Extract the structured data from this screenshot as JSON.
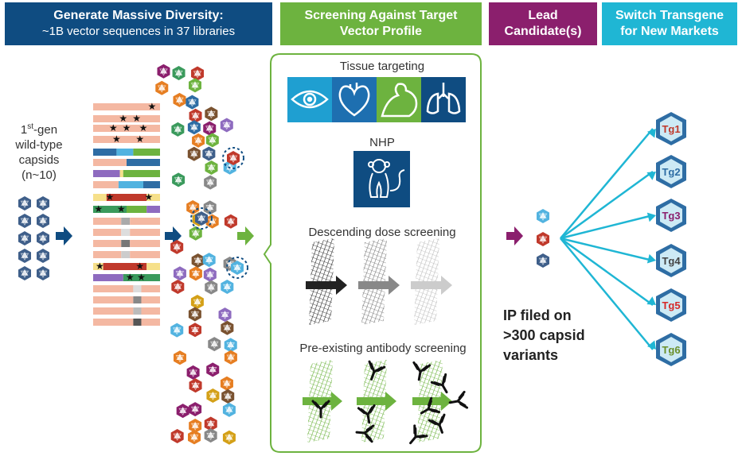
{
  "headers": {
    "generate_title": "Generate Massive Diversity:",
    "generate_sub": "~1B vector sequences in 37 libraries",
    "screening": "Screening Against Target Vector Profile",
    "lead": "Lead Candidate(s)",
    "switch": "Switch Transgene for New Markets"
  },
  "left_label": {
    "line1_prefix": "1",
    "line1_sup": "st",
    "line1_suffix": "-gen",
    "line2": "wild-type",
    "line3": "capsids",
    "line4": "(n~10)"
  },
  "screening": {
    "tissue": "Tissue targeting",
    "nhp": "NHP",
    "dose": "Descending dose screening",
    "antibody": "Pre-existing antibody screening"
  },
  "ip_text": [
    "IP filed on",
    ">300 capsid",
    "variants"
  ],
  "transgenes": [
    {
      "label": "Tg1",
      "color": "#c0392b"
    },
    {
      "label": "Tg2",
      "color": "#2e6da4"
    },
    {
      "label": "Tg3",
      "color": "#8b1f6d"
    },
    {
      "label": "Tg4",
      "color": "#444444"
    },
    {
      "label": "Tg5",
      "color": "#d62828"
    },
    {
      "label": "Tg6",
      "color": "#6a8f2a"
    }
  ],
  "colors": {
    "navy": "#0f4c81",
    "green": "#6db33f",
    "purple": "#8b1f6d",
    "cyan": "#1fb6d4",
    "salmon": "#f4b8a2"
  }
}
